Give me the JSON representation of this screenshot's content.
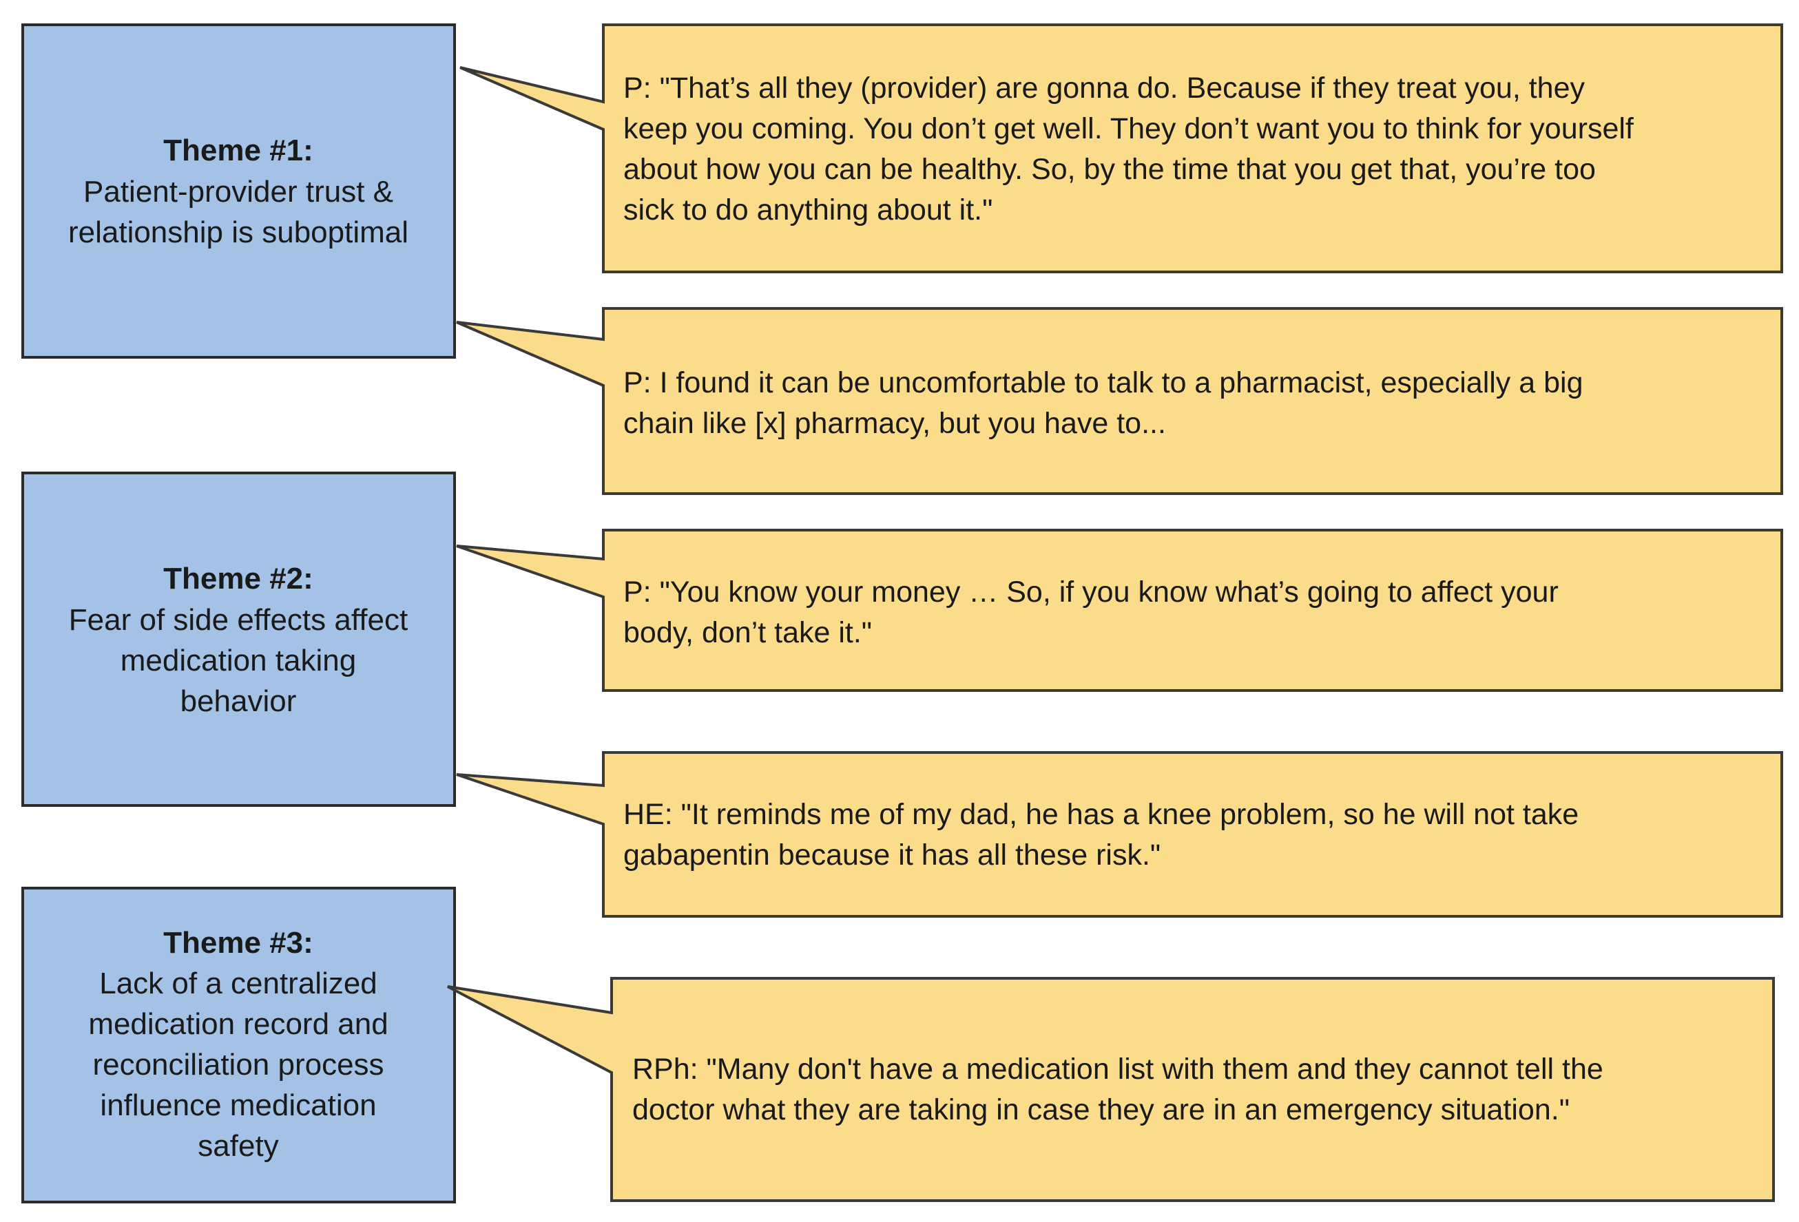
{
  "themes": [
    {
      "heading": "Theme #1:",
      "lines": [
        "Patient-provider trust &",
        "relationship is suboptimal"
      ]
    },
    {
      "heading": "Theme #2:",
      "lines": [
        "Fear of side effects affect",
        "medication taking",
        "behavior"
      ]
    },
    {
      "heading": "Theme #3:",
      "lines": [
        "Lack of a centralized",
        "medication record and",
        "reconciliation process",
        "influence medication",
        "safety"
      ]
    }
  ],
  "quotes": [
    {
      "lines": [
        "P: \"That’s all they (provider) are gonna do. Because if they treat you, they",
        "keep you coming. You don’t get well. They don’t want you to think for yourself",
        "about how you can be healthy. So, by the time that you get that, you’re too",
        "sick to do anything about it.\""
      ]
    },
    {
      "lines": [
        "P: I found it can be uncomfortable to talk to a pharmacist, especially a big",
        "chain like [x] pharmacy, but you have to..."
      ]
    },
    {
      "lines": [
        "P: \"You know your money … So, if you know what’s going to affect your",
        "body, don’t take it.\""
      ]
    },
    {
      "lines": [
        "HE: \"It reminds me of my dad, he has a knee problem, so he will not take",
        "gabapentin because it has all these risk.\""
      ]
    },
    {
      "lines": [
        "RPh: \"Many don't have a medication list with them and they cannot tell the",
        "doctor what they are taking in case they are in an emergency situation.\""
      ]
    }
  ]
}
